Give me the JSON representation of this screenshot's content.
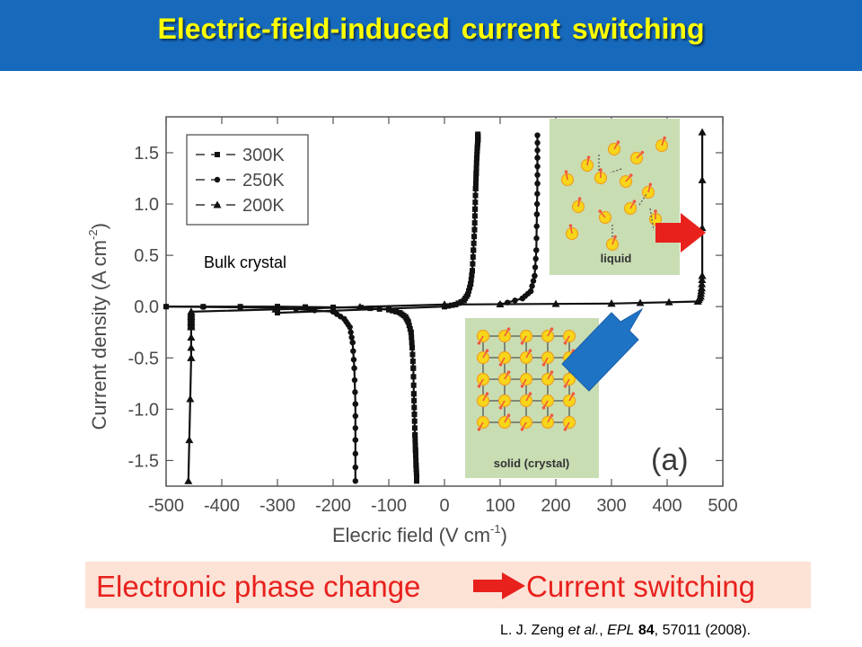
{
  "header": {
    "title": "Electric-field-induced current switching"
  },
  "figure": {
    "panel_label": "(a)",
    "annotation": "Bulk crystal",
    "inset_liquid_label": "liquid",
    "inset_solid_label": "solid (crystal)"
  },
  "chart_data": {
    "type": "line",
    "xlabel_main": "Elecric field (V cm",
    "xlabel_sup": "-1",
    "xlabel_end": ")",
    "ylabel": "Current density (A cm-2)",
    "ylabel_main": "Current density (A cm",
    "ylabel_sup": "-2",
    "ylabel_end": ")",
    "xlim": [
      -500,
      500
    ],
    "ylim": [
      -1.75,
      1.85
    ],
    "xticks": [
      "-500",
      "-400",
      "-300",
      "-200",
      "-100",
      "0",
      "100",
      "200",
      "300",
      "400",
      "500"
    ],
    "yticks": [
      "1.5",
      "1.0",
      "0.5",
      "0.0",
      "-0.5",
      "-1.0",
      "-1.5"
    ],
    "legend_position": "top-left",
    "series": [
      {
        "name": "300K",
        "marker": "square",
        "x": [
          -500,
          -300,
          -150,
          -100,
          -80,
          -70,
          -65,
          -60,
          -58,
          -56,
          -55,
          -54,
          -53,
          -52,
          -51,
          -50,
          -50
        ],
        "y": [
          0.0,
          0.0,
          -0.01,
          -0.03,
          -0.06,
          -0.1,
          -0.15,
          -0.25,
          -0.4,
          -0.6,
          -0.85,
          -1.05,
          -1.25,
          -1.4,
          -1.55,
          -1.65,
          -1.7
        ],
        "x_pos": [
          -300,
          0,
          20,
          35,
          42,
          47,
          50,
          52,
          54,
          55,
          56,
          57,
          58,
          59,
          60,
          60,
          60
        ],
        "y_pos": [
          -0.06,
          0.0,
          0.02,
          0.06,
          0.12,
          0.22,
          0.35,
          0.55,
          0.75,
          0.95,
          1.15,
          1.3,
          1.45,
          1.55,
          1.62,
          1.65,
          1.68
        ]
      },
      {
        "name": "250K",
        "marker": "circle",
        "x": [
          -500,
          -300,
          -200,
          -180,
          -170,
          -165,
          -162,
          -160,
          -160,
          -160
        ],
        "y": [
          0.0,
          -0.01,
          -0.05,
          -0.12,
          -0.2,
          -0.35,
          -0.6,
          -0.95,
          -1.3,
          -1.7
        ],
        "x_pos": [
          100,
          140,
          155,
          162,
          165,
          166,
          167,
          167,
          167
        ],
        "y_pos": [
          0.02,
          0.08,
          0.15,
          0.3,
          0.55,
          0.9,
          1.2,
          1.45,
          1.67
        ]
      },
      {
        "name": "200K",
        "marker": "triangle",
        "x": [
          -455,
          -455,
          -455,
          -455,
          -455,
          -460
        ],
        "y": [
          -0.05,
          -0.1,
          -0.15,
          -0.2,
          -0.5,
          -1.7
        ],
        "x_pos": [
          -455,
          0,
          300,
          455,
          460,
          462,
          463,
          463
        ],
        "y_pos": [
          -0.05,
          0.02,
          0.03,
          0.05,
          0.1,
          0.18,
          0.3,
          1.7
        ]
      }
    ]
  },
  "banner": {
    "left_text": "Electronic phase change",
    "right_text": "Current switching"
  },
  "citation": {
    "authors": "L. J. Zeng ",
    "etal": "et al.",
    "comma1": ", ",
    "journal": "EPL",
    "space": " ",
    "volume": "84",
    "rest": ", 57011 (2008)."
  },
  "colors": {
    "header_bg": "#1769bb",
    "title": "#ffff00",
    "banner_bg": "#fde2d6",
    "banner_text": "#e8211d",
    "inset_bg": "#c9ddb3",
    "blue_arrow": "#1f73c4",
    "red_arrow": "#e8211d"
  },
  "icons": {
    "banner_arrow": "red-right-arrow-icon",
    "inset_arrow": "blue-diagonal-arrow-icon",
    "liquid_arrow": "red-right-arrow-icon"
  }
}
